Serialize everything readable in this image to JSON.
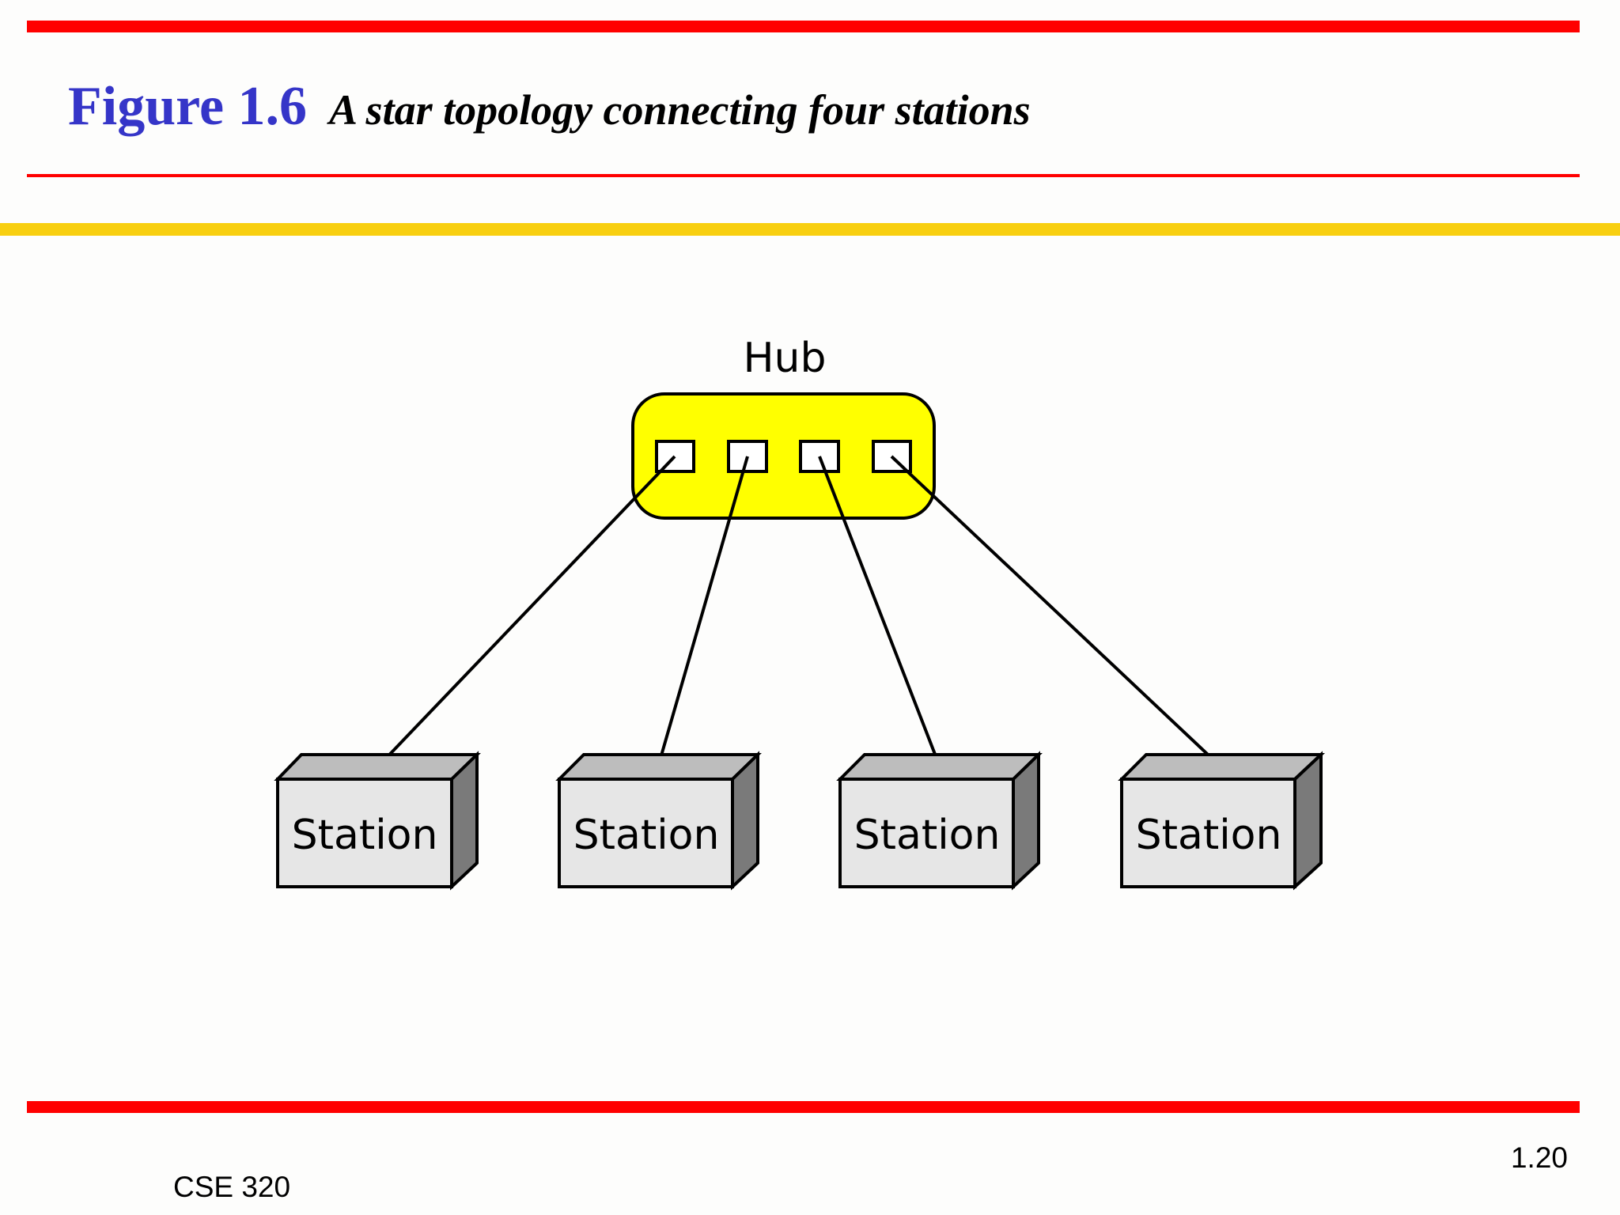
{
  "slide": {
    "figure_label": "Figure 1.6",
    "figure_caption": "A star topology connecting four stations",
    "course": "CSE 320",
    "page_number": "1.20"
  },
  "diagram": {
    "hub": {
      "label": "Hub",
      "fill_color": "#ffff00",
      "port_count": 4
    },
    "stations": [
      {
        "label": "Station"
      },
      {
        "label": "Station"
      },
      {
        "label": "Station"
      },
      {
        "label": "Station"
      }
    ],
    "colors": {
      "station_front": "#e6e6e6",
      "station_top": "#bdbdbd",
      "station_side": "#7a7a7a",
      "title_blue": "#3535c8",
      "rule_red": "#ff0000",
      "rule_yellow": "#f8cf10"
    }
  }
}
